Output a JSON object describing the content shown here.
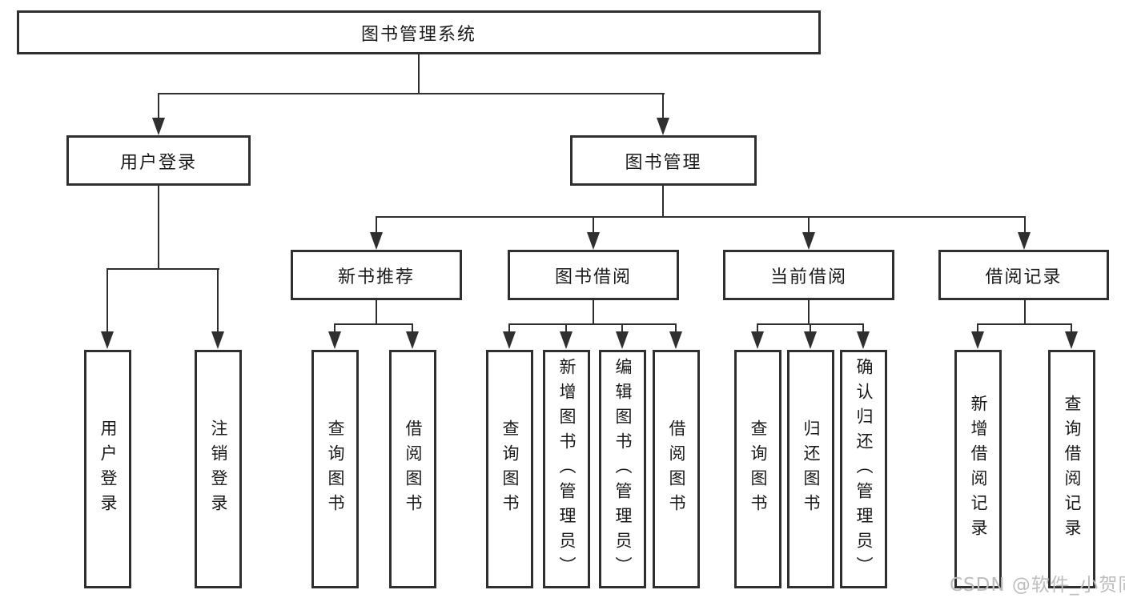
{
  "diagram": {
    "title": "图书管理系统",
    "level2": [
      "用户登录",
      "图书管理"
    ],
    "level3": [
      "新书推荐",
      "图书借阅",
      "当前借阅",
      "借阅记录"
    ],
    "leaves": {
      "login": [
        "用户登录",
        "注销登录"
      ],
      "recommend": [
        "查询图书",
        "借阅图书"
      ],
      "borrow": [
        "查询图书",
        "新增图书（管理员）",
        "编辑图书（管理员）",
        "借阅图书"
      ],
      "current": [
        "查询图书",
        "归还图书",
        "确认归还（管理员）"
      ],
      "records": [
        "新增借阅记录",
        "查询借阅记录"
      ]
    },
    "colors": {
      "line": "#2f2f2f",
      "text": "#1a1a1a",
      "watermark_color": "#bdbdbd",
      "background": "#ffffff"
    },
    "watermark": "CSDN @软件_小贺同学"
  }
}
